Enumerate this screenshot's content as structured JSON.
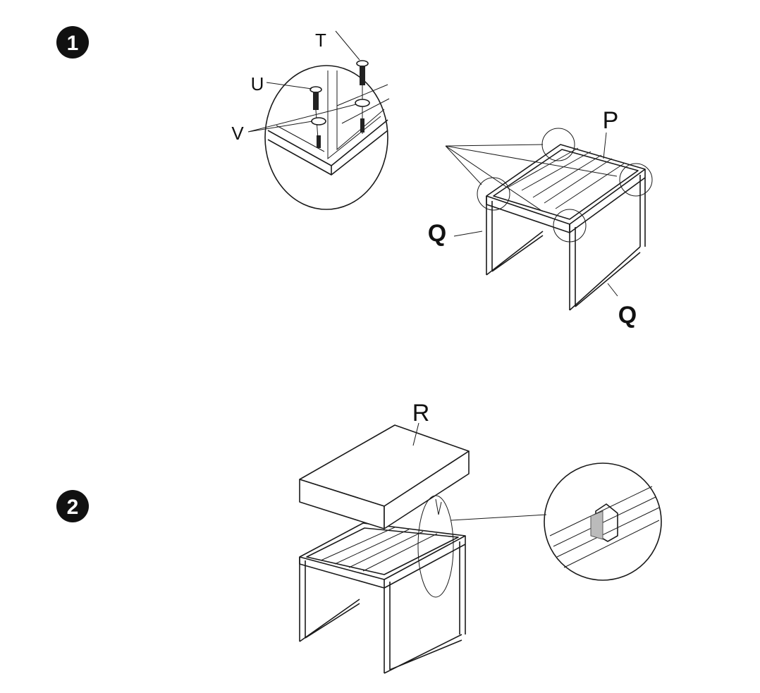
{
  "steps": [
    {
      "number": "1",
      "labels": {
        "screw_t": "T",
        "screw_u": "U",
        "washer_v": "V",
        "frame_p": "P",
        "frame_q_left": "Q",
        "frame_q_right": "Q"
      }
    },
    {
      "number": "2",
      "labels": {
        "cushion_r": "R"
      }
    }
  ],
  "colors": {
    "ink": "#1a1a1a",
    "background": "#ffffff"
  }
}
